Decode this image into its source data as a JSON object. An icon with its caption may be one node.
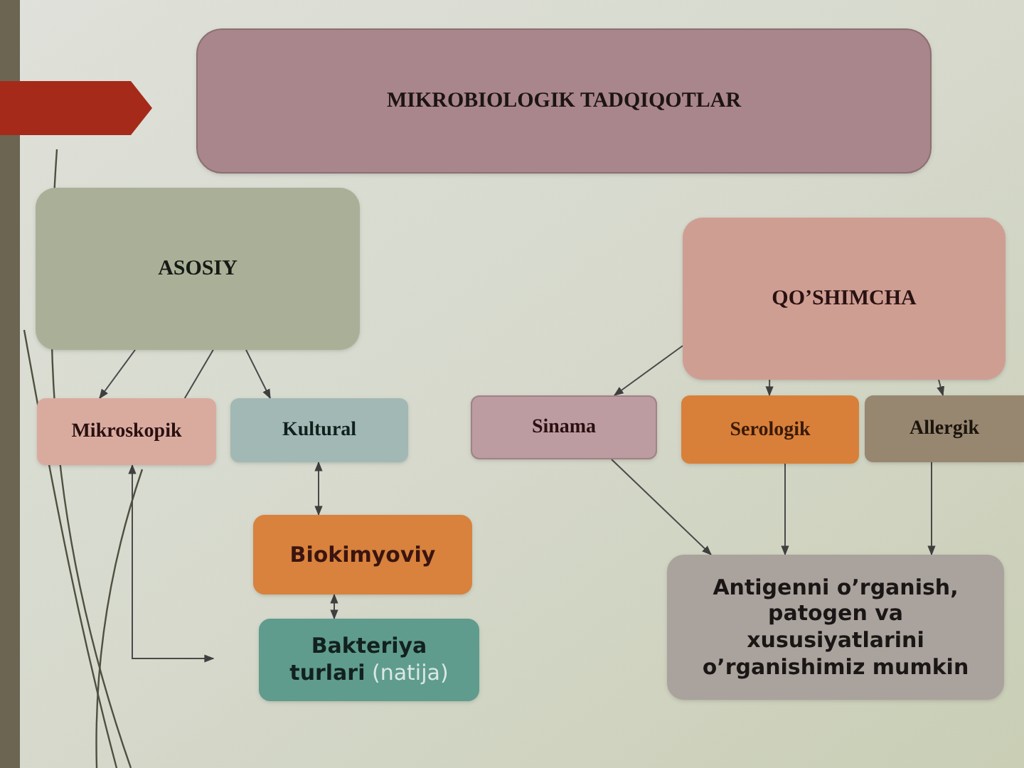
{
  "diagram": {
    "nodes": [
      {
        "text": [
          "MIKROBIOLOGIK TADQIQOTLAR"
        ]
      },
      {
        "text": [
          "ASOSIY"
        ]
      },
      {
        "text": [
          "QO’SHIMCHA"
        ]
      },
      {
        "text": [
          "Mikroskopik"
        ]
      },
      {
        "text": [
          "Kultural"
        ]
      },
      {
        "text": [
          "Sinama"
        ]
      },
      {
        "text": [
          "Serologik"
        ]
      },
      {
        "text": [
          "Allergik"
        ]
      },
      {
        "text": [
          "Biokimyoviy"
        ]
      },
      {
        "text": [
          "**Bakteriya turlari** (natija)"
        ]
      },
      {
        "text": [
          "Antigenni o’rganish, patogen va xususiyatlarini o’rganishimiz mumkin"
        ]
      }
    ],
    "edges": [
      {
        "from": 1,
        "to": 3,
        "arrow": "to"
      },
      {
        "from": 1,
        "to": 3,
        "arrow": "none"
      },
      {
        "from": 1,
        "to": 4,
        "arrow": "to"
      },
      {
        "from": 2,
        "to": 5,
        "arrow": "to"
      },
      {
        "from": 2,
        "to": 6,
        "arrow": "to"
      },
      {
        "from": 2,
        "to": 7,
        "arrow": "to"
      },
      {
        "from": 4,
        "to": 8,
        "arrow": "both"
      },
      {
        "from": 8,
        "to": 9,
        "arrow": "both"
      },
      {
        "from": 5,
        "to": 10,
        "arrow": "to"
      },
      {
        "from": 6,
        "to": 10,
        "arrow": "to"
      },
      {
        "from": 7,
        "to": 10,
        "arrow": "to"
      },
      {
        "from": 3,
        "to": null,
        "arrow": "both"
      }
    ]
  }
}
